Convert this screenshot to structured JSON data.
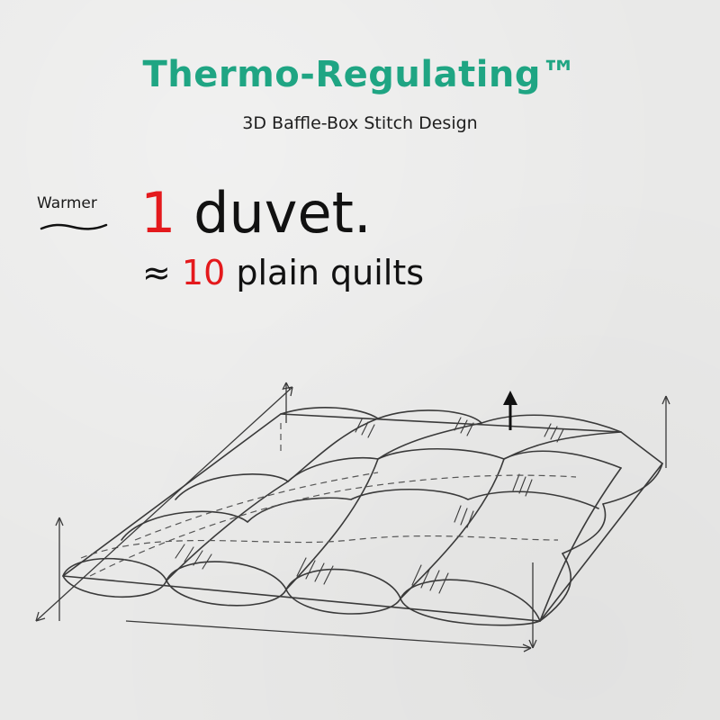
{
  "header": {
    "title": "Thermo-Regulating™",
    "subtitle": "3D Baffle-Box Stitch Design"
  },
  "claim": {
    "side_label": "Warmer",
    "count_number": "1",
    "count_text": " duvet.",
    "approx_symbol": "≈ ",
    "equivalent_number": "10",
    "equivalent_text": " plain quilts"
  },
  "colors": {
    "title": "#1fa583",
    "accent_red": "#e4191c",
    "text": "#111111",
    "sketch_ink": "#3a3a3a",
    "background": "#e9e9e8"
  },
  "illustration": {
    "subject": "baffle-box duvet pencil sketch",
    "icons": [
      "arrow-up-icon",
      "dimension-arrow-icon"
    ]
  }
}
